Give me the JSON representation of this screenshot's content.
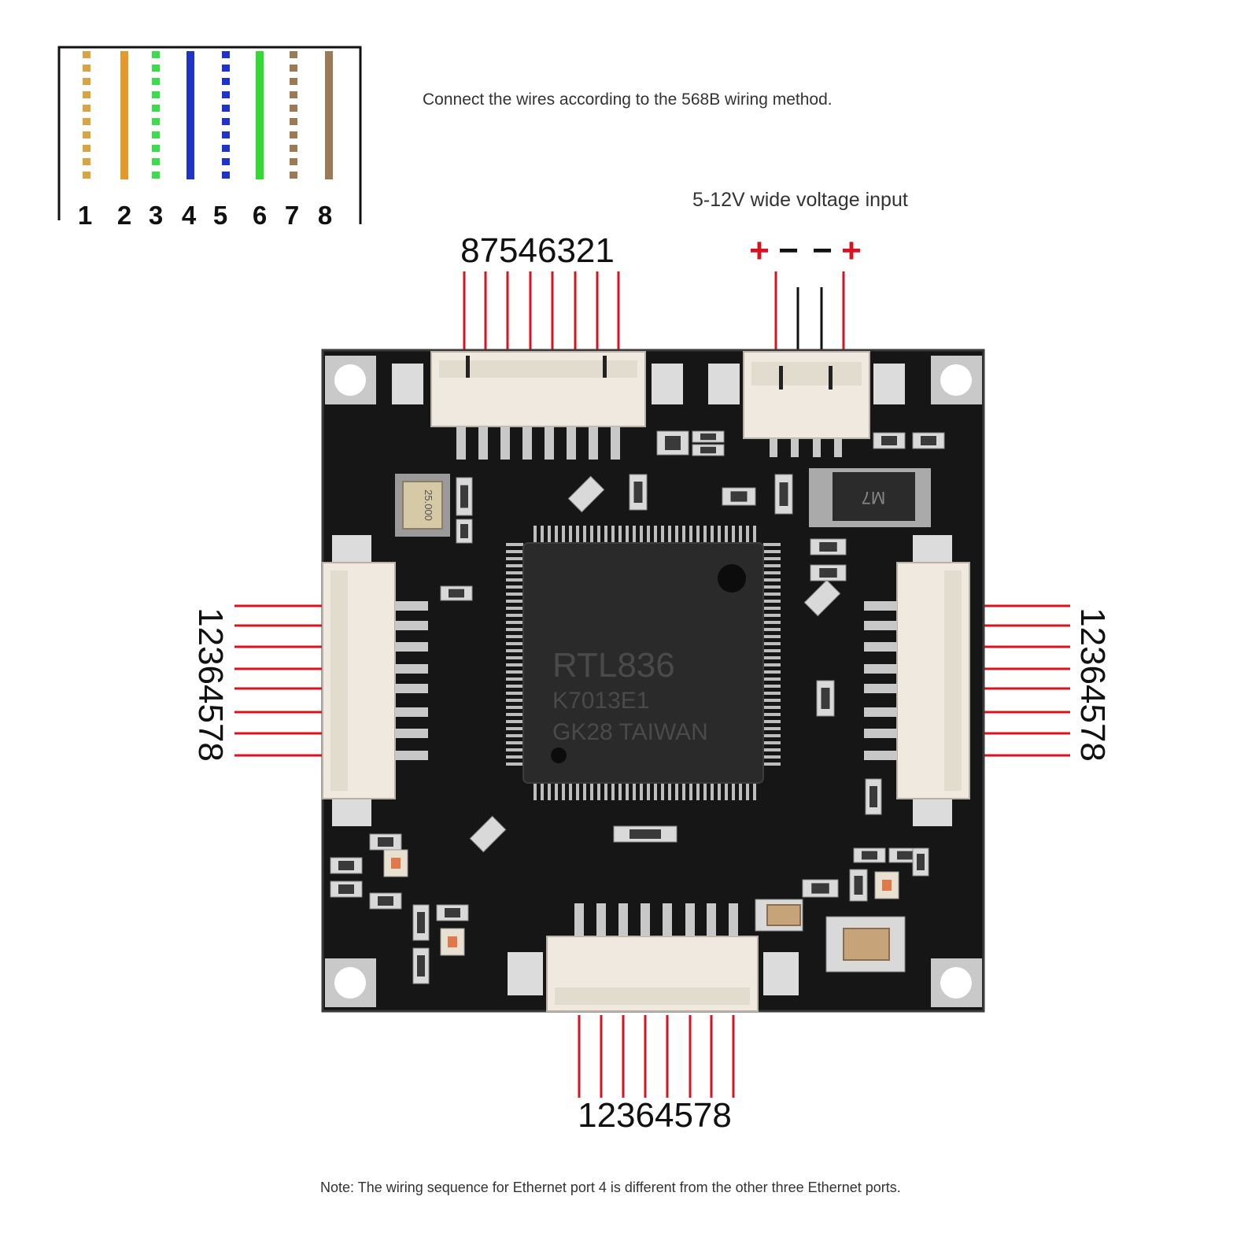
{
  "instruction": "Connect the wires according to the 568B wiring method.",
  "voltage_label": "5-12V wide voltage input",
  "note": "Note: The wiring sequence for Ethernet port 4 is different from the other three Ethernet ports.",
  "legend": {
    "numbers": [
      "1",
      "2",
      "3",
      "4",
      "5",
      "6",
      "7",
      "8"
    ],
    "wires": [
      {
        "color": "#d9a441",
        "style": "dashed"
      },
      {
        "color": "#e39a2b",
        "style": "solid"
      },
      {
        "color": "#3ddc4a",
        "style": "dashed"
      },
      {
        "color": "#1f33c9",
        "style": "solid"
      },
      {
        "color": "#1f33c9",
        "style": "dashed"
      },
      {
        "color": "#2fdc2f",
        "style": "solid"
      },
      {
        "color": "#9c7a55",
        "style": "dashed"
      },
      {
        "color": "#9c7a55",
        "style": "solid"
      }
    ]
  },
  "ports": {
    "top": "87546321",
    "left": "12364578",
    "right": "12364578",
    "bottom": "12364578"
  },
  "power_symbols": [
    "+",
    "−",
    "−",
    "+"
  ],
  "chip": {
    "line1": "RTL836",
    "line2": "K7013E1",
    "line3": "GK28 TAIWAN"
  },
  "diode_marking": "M7",
  "crystal_marking": "25.000",
  "colors": {
    "wire_red": "#d9121f",
    "pcb": "#161616",
    "connector": "#efe9df"
  }
}
